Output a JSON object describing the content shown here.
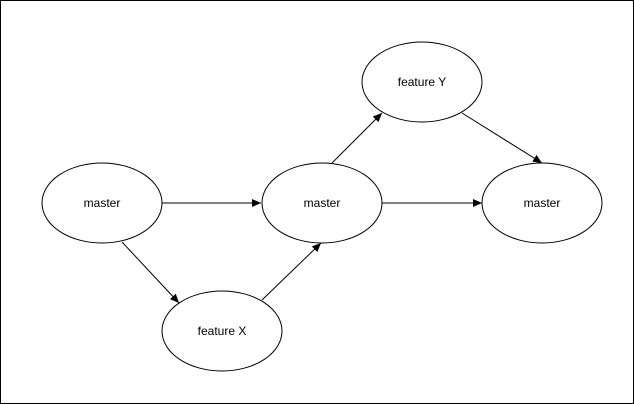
{
  "diagram": {
    "nodes": [
      {
        "id": "master-1",
        "label": "master"
      },
      {
        "id": "feature-x",
        "label": "feature X"
      },
      {
        "id": "master-2",
        "label": "master"
      },
      {
        "id": "feature-y",
        "label": "feature Y"
      },
      {
        "id": "master-3",
        "label": "master"
      }
    ],
    "edges": [
      {
        "from": "master-1",
        "to": "master-2"
      },
      {
        "from": "master-1",
        "to": "feature-x"
      },
      {
        "from": "feature-x",
        "to": "master-2"
      },
      {
        "from": "master-2",
        "to": "feature-y"
      },
      {
        "from": "master-2",
        "to": "master-3"
      },
      {
        "from": "feature-y",
        "to": "master-3"
      }
    ],
    "colors": {
      "stroke": "#000000",
      "fill": "#ffffff",
      "text": "#000000"
    }
  }
}
